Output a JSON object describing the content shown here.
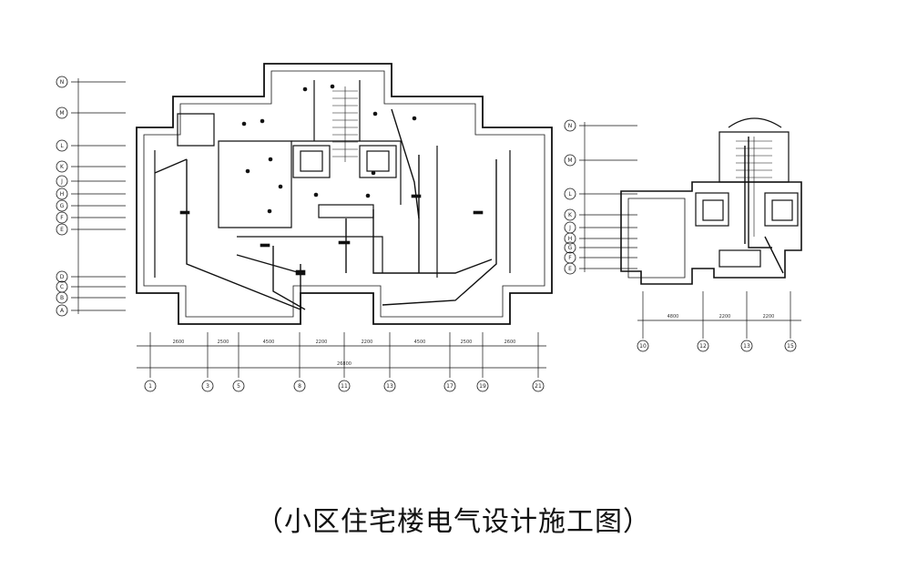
{
  "caption": "（小区住宅楼电气设计施工图）",
  "left_plan": {
    "row_axes": [
      "N",
      "M",
      "L",
      "K",
      "J",
      "H",
      "G",
      "F",
      "E",
      "D",
      "C",
      "B",
      "A"
    ],
    "col_axes": [
      "1",
      "3",
      "5",
      "8",
      "11",
      "13",
      "17",
      "19",
      "21"
    ],
    "dims_top": [
      "2600",
      "2500",
      "4500",
      "2200",
      "2200",
      "4500",
      "2500",
      "2600"
    ],
    "dim_total": "26800"
  },
  "right_plan": {
    "row_axes": [
      "N",
      "M",
      "L",
      "K",
      "J",
      "H",
      "G",
      "F",
      "E"
    ],
    "col_axes": [
      "10",
      "12",
      "13",
      "15"
    ],
    "dims_bottom": [
      "4800",
      "2200",
      "2200"
    ]
  }
}
